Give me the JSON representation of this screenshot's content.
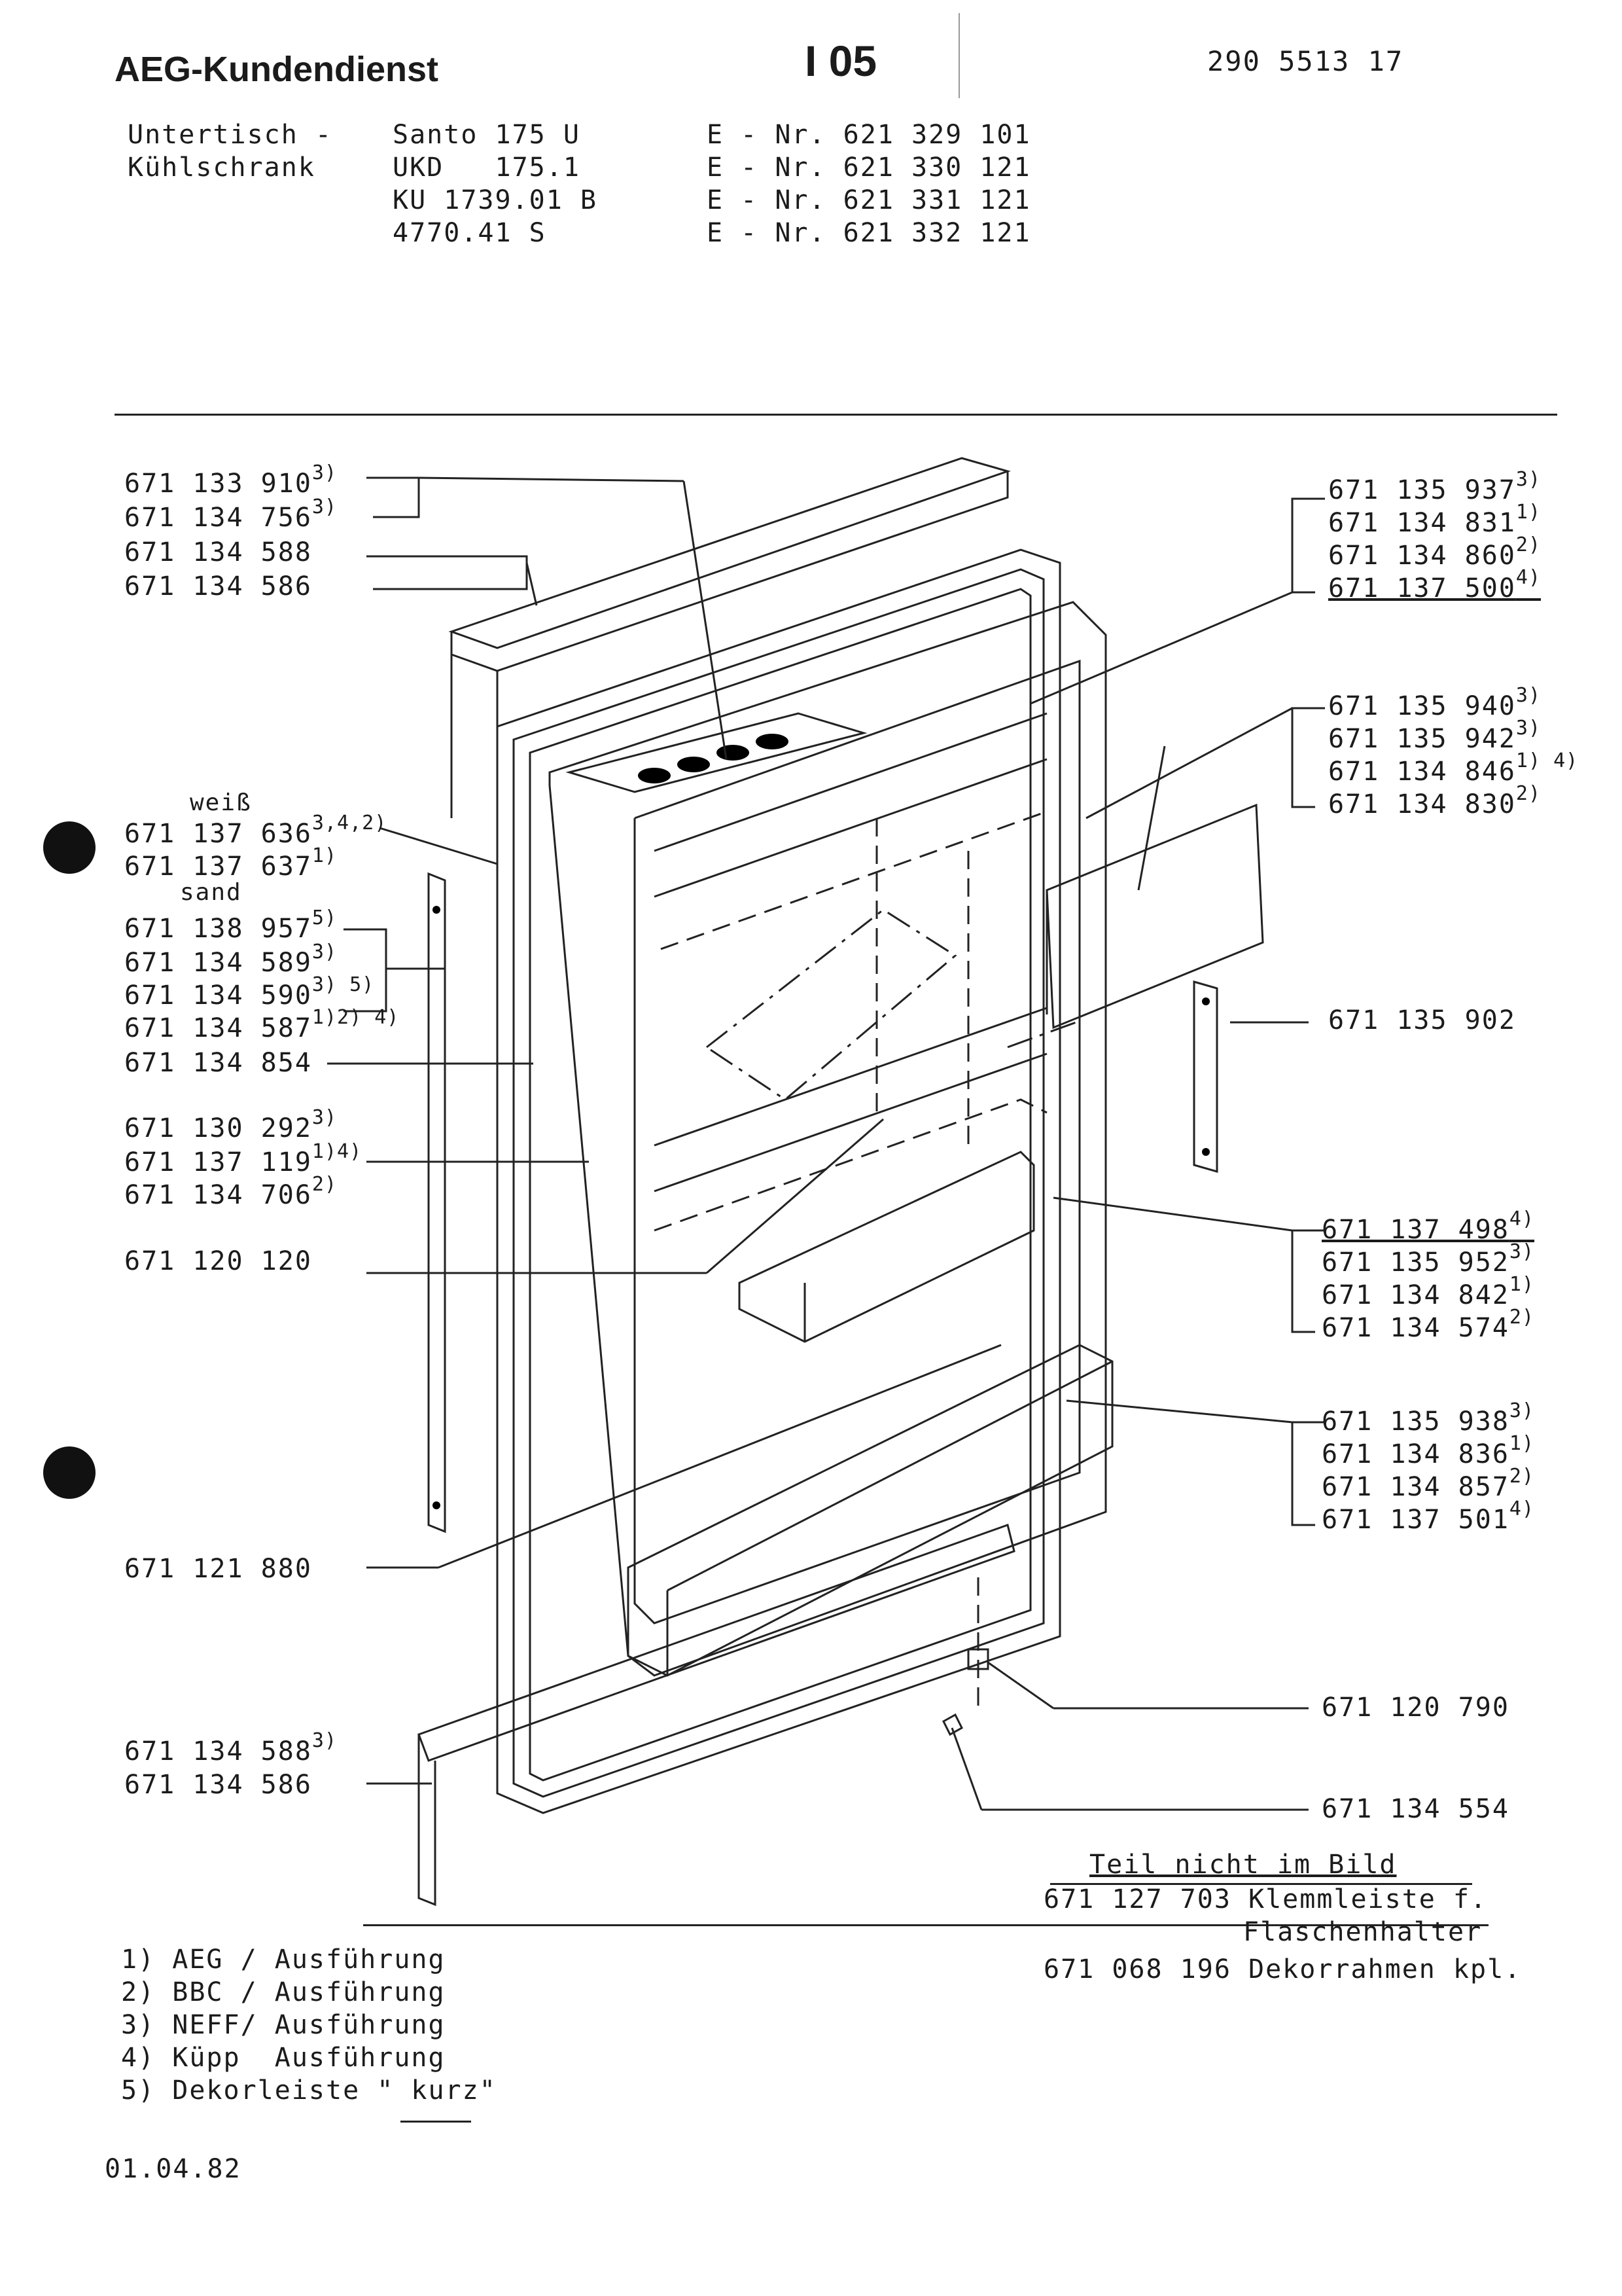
{
  "header": {
    "company": "AEG-Kundendienst",
    "page_code": "I 05",
    "doc_number": "290 5513 17"
  },
  "product": {
    "type_line1": "Untertisch -",
    "type_line2": "Kühlschrank",
    "models": [
      {
        "model": "Santo 175 U",
        "enr": "E - Nr. 621 329 101"
      },
      {
        "model": "UKD   175.1",
        "enr": "E - Nr. 621 330 121"
      },
      {
        "model": "KU 1739.01 B",
        "enr": "E - Nr. 621 331 121"
      },
      {
        "model": "4770.41 S",
        "enr": "E - Nr. 621 332 121"
      }
    ]
  },
  "left_labels": [
    {
      "num": "671 133 910",
      "note": "3)"
    },
    {
      "num": "671 134 756",
      "note": "3)"
    },
    {
      "num": "671 134 588",
      "note": ""
    },
    {
      "num": "671 134 586",
      "note": ""
    },
    {
      "num": "weiß",
      "note": ""
    },
    {
      "num": "671 137 636",
      "note": "3,4,2)"
    },
    {
      "num": "671 137 637",
      "note": "1)"
    },
    {
      "num": "sand",
      "note": ""
    },
    {
      "num": "671 138 957",
      "note": "5)"
    },
    {
      "num": "671 134 589",
      "note": "3)"
    },
    {
      "num": "671 134 590",
      "note": "3) 5)"
    },
    {
      "num": "671 134 587",
      "note": "1)2) 4)"
    },
    {
      "num": "671 134 854",
      "note": ""
    },
    {
      "num": "671 130 292",
      "note": "3)"
    },
    {
      "num": "671 137 119",
      "note": "1)4)"
    },
    {
      "num": "671 134 706",
      "note": "2)"
    },
    {
      "num": "671 120 120",
      "note": ""
    },
    {
      "num": "671 121 880",
      "note": ""
    },
    {
      "num": "671 134 588",
      "note": "3)"
    },
    {
      "num": "671 134 586",
      "note": ""
    }
  ],
  "right_labels": [
    {
      "num": "671 135 937",
      "note": "3)"
    },
    {
      "num": "671 134 831",
      "note": "1)"
    },
    {
      "num": "671 134 860",
      "note": "2)"
    },
    {
      "num": "671 137 500",
      "note": "4)"
    },
    {
      "num": "671 135 940",
      "note": "3)"
    },
    {
      "num": "671 135 942",
      "note": "3)"
    },
    {
      "num": "671 134 846",
      "note": "1) 4)"
    },
    {
      "num": "671 134 830",
      "note": "2)"
    },
    {
      "num": "671 135 902",
      "note": ""
    },
    {
      "num": "671 137 498",
      "note": "4)"
    },
    {
      "num": "671 135 952",
      "note": "3)"
    },
    {
      "num": "671 134 842",
      "note": "1)"
    },
    {
      "num": "671 134 574",
      "note": "2)"
    },
    {
      "num": "671 135 938",
      "note": "3)"
    },
    {
      "num": "671 134 836",
      "note": "1)"
    },
    {
      "num": "671 134 857",
      "note": "2)"
    },
    {
      "num": "671 137 501",
      "note": "4)"
    },
    {
      "num": "671 120 790",
      "note": ""
    },
    {
      "num": "671 134 554",
      "note": ""
    }
  ],
  "not_shown": {
    "title": "Teil nicht im Bild",
    "line1": "671 127 703 Klemmleiste f.",
    "line2": "Flaschenhalter",
    "line3": "671 068 196 Dekorrahmen kpl."
  },
  "footnotes": [
    "1) AEG / Ausführung",
    "2) BBC / Ausführung",
    "3) NEFF/ Ausführung",
    "4) Küpp  Ausführung",
    "5) Dekorleiste \" kurz\""
  ],
  "date": "01.04.82"
}
